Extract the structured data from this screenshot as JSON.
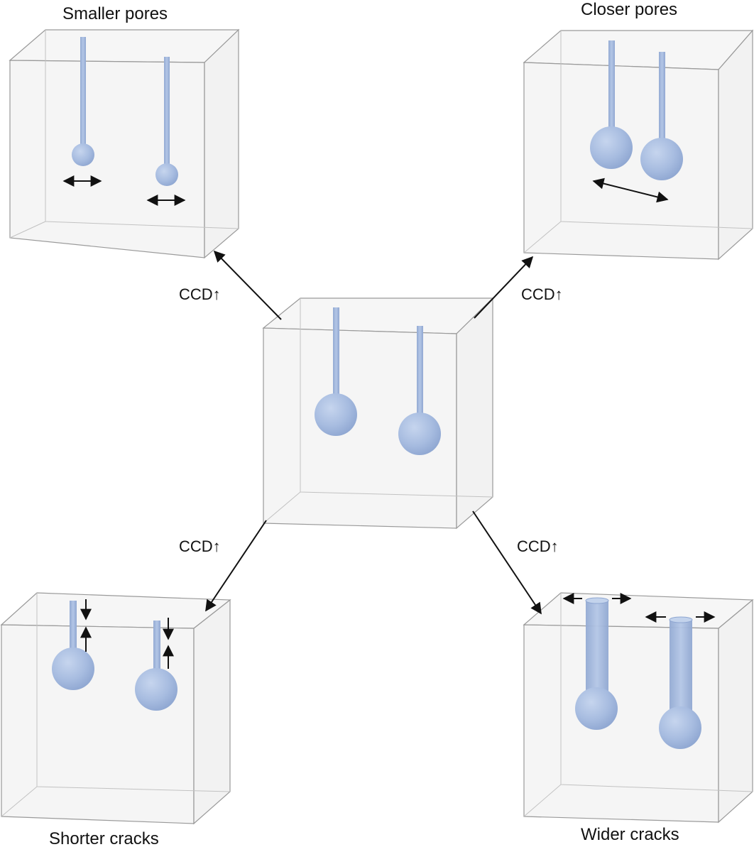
{
  "titles": {
    "top_left": "Smaller pores",
    "top_right": "Closer pores",
    "bottom_left": "Shorter cracks",
    "bottom_right": "Wider cracks"
  },
  "arrow_labels": {
    "top_left": "CCD↑",
    "top_right": "CCD↑",
    "bottom_left": "CCD↑",
    "bottom_right": "CCD↑"
  },
  "colors": {
    "pore": "#a9bde0",
    "box_edge": "#9a9a9a",
    "box_face": "#f3f3f3",
    "arrow": "#111111"
  }
}
